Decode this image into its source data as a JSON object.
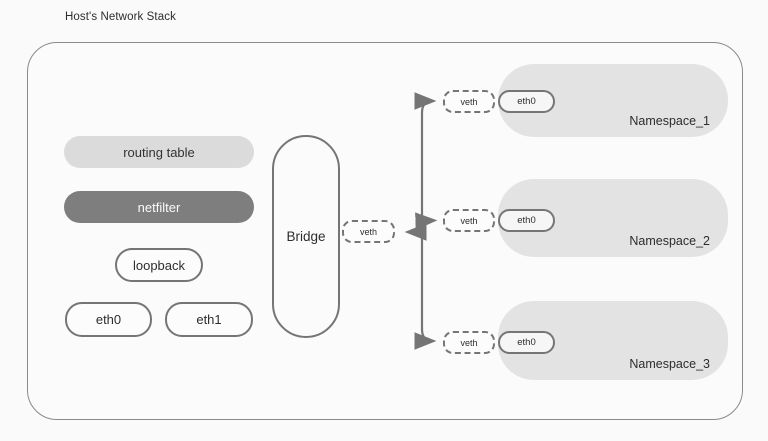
{
  "title": "Host's Network Stack",
  "colors": {
    "background": "#fafafa",
    "container_border": "#8a8a8a",
    "light_gray_fill": "#dbdbdb",
    "namespace_fill": "#e3e3e3",
    "netfilter_fill": "#7e7e7e",
    "outline_and_arrows": "#757575"
  },
  "host": {
    "routing_table_label": "routing table",
    "netfilter_label": "netfilter",
    "loopback_label": "loopback",
    "eth0_label": "eth0",
    "eth1_label": "eth1",
    "bridge_label": "Bridge",
    "bridge_veth_label": "veth"
  },
  "namespaces": [
    {
      "label": "Namespace_1",
      "veth_label": "veth",
      "eth_label": "eth0"
    },
    {
      "label": "Namespace_2",
      "veth_label": "veth",
      "eth_label": "eth0"
    },
    {
      "label": "Namespace_3",
      "veth_label": "veth",
      "eth_label": "eth0"
    }
  ]
}
